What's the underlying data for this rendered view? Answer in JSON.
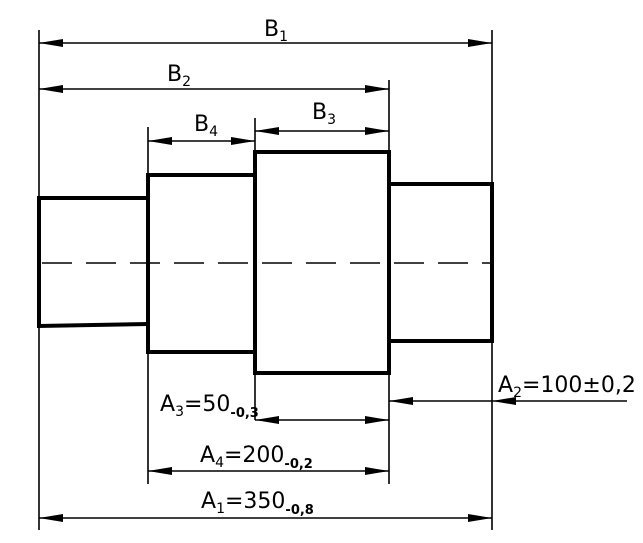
{
  "labels": {
    "b1": {
      "main": "B",
      "sub": "1"
    },
    "b2": {
      "main": "B",
      "sub": "2"
    },
    "b3": {
      "main": "B",
      "sub": "3"
    },
    "b4": {
      "main": "B",
      "sub": "4"
    },
    "a2": {
      "main": "A",
      "sub": "2",
      "value": "=100±0,2"
    },
    "a3": {
      "main": "A",
      "sub": "3",
      "value": "=50",
      "tol": "-0,3"
    },
    "a4": {
      "main": "A",
      "sub": "4",
      "value": "=200",
      "tol": "-0,2"
    },
    "a1": {
      "main": "A",
      "sub": "1",
      "value": "=350",
      "tol": "-0,8"
    }
  }
}
